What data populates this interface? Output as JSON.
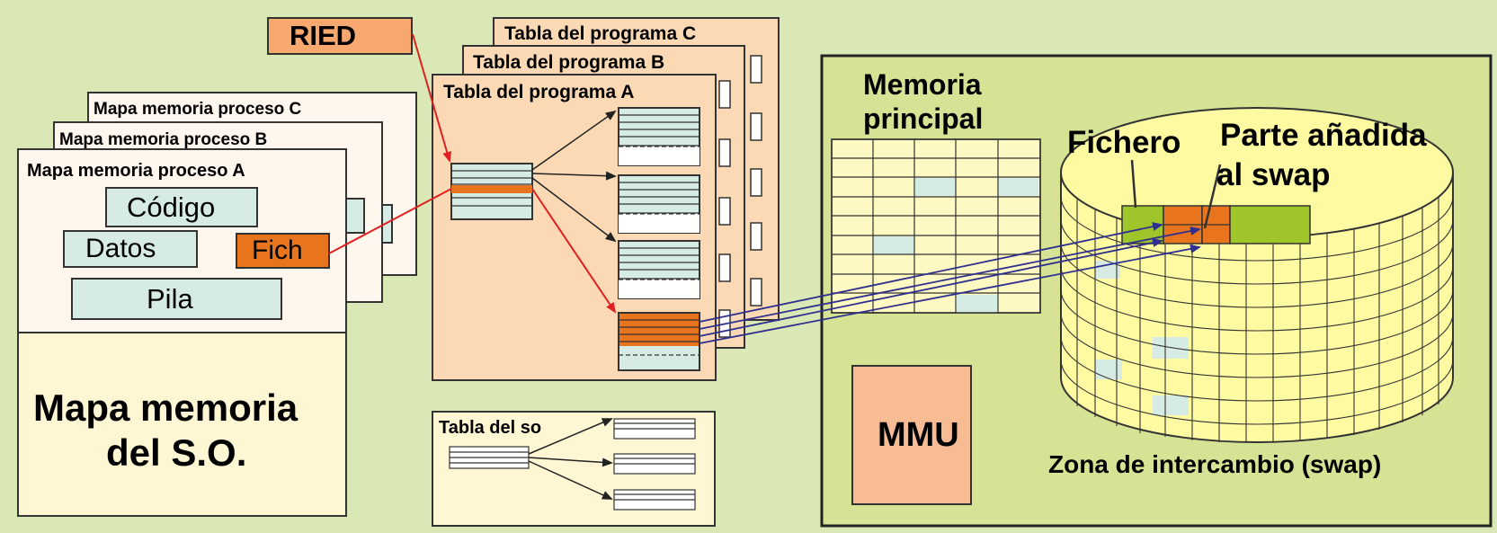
{
  "ried": "RIED",
  "process_maps": {
    "c_title": "Mapa memoria proceso C",
    "b_title": "Mapa memoria proceso B",
    "a_title": "Mapa memoria proceso A",
    "codigo": "Código",
    "datos": "Datos",
    "fich": "Fich",
    "pila": "Pila",
    "so_line1": "Mapa memoria",
    "so_line2": "del S.O."
  },
  "program_tables": {
    "c_title": "Tabla del programa C",
    "b_title": "Tabla del programa B",
    "a_title": "Tabla del programa A"
  },
  "so_table": {
    "title": "Tabla del so"
  },
  "hardware": {
    "memoria_line1": "Memoria",
    "memoria_line2": "principal",
    "mmu": "MMU",
    "fichero": "Fichero",
    "parte_line1": "Parte añadida",
    "parte_line2": "al swap",
    "swap_zone": "Zona de intercambio (swap)"
  },
  "colors": {
    "background": "#d9e8b4",
    "orange": "#e8741e",
    "salmon": "#f6be9b",
    "light_cyan": "#d6ebe3",
    "peach": "#fbd9b4",
    "cream": "#fff6d4",
    "yellow": "#fefaa2",
    "green": "#9ec62a",
    "arrow_red": "#e02020",
    "arrow_blue": "#2e2f8f"
  }
}
